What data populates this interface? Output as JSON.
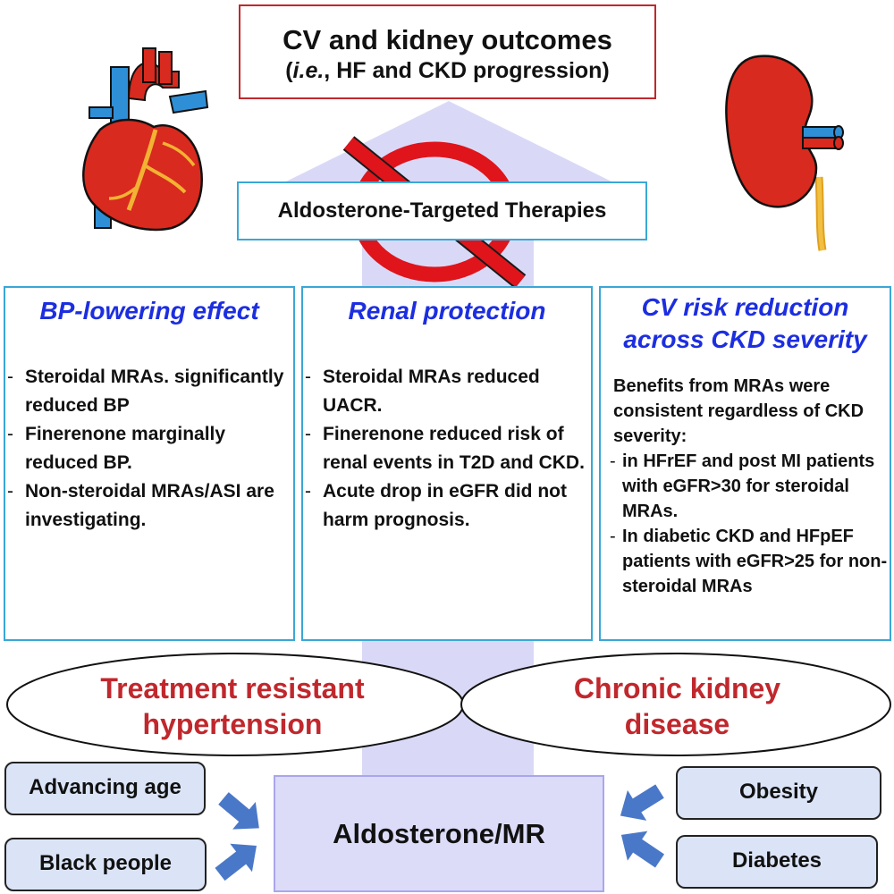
{
  "title": {
    "line1": "CV and kidney outcomes",
    "line2_prefix": "(",
    "line2_italic": "i.e.",
    "line2_rest": ", HF and CKD progression)"
  },
  "therapy_label": "Aldosterone-Targeted Therapies",
  "panels": [
    {
      "title": "BP-lowering effect",
      "bullets": [
        "Steroidal MRAs. significantly reduced BP",
        "Finerenone marginally reduced BP.",
        "Non-steroidal MRAs/ASI are investigating."
      ]
    },
    {
      "title": "Renal protection",
      "bullets": [
        "Steroidal MRAs reduced UACR.",
        "Finerenone reduced risk of renal events in T2D and CKD.",
        "Acute drop in eGFR did not harm prognosis."
      ]
    },
    {
      "title_line1": "CV risk reduction",
      "title_line2": "across CKD severity",
      "intro": "Benefits from MRAs were consistent regardless of CKD severity:",
      "bullets": [
        "in HFrEF and post MI patients with eGFR>30 for steroidal MRAs.",
        "In diabetic CKD and HFpEF patients with eGFR>25 for non-steroidal MRAs"
      ]
    }
  ],
  "conditions": {
    "left_line1": "Treatment resistant",
    "left_line2": "hypertension",
    "right_line1": "Chronic kidney",
    "right_line2": "disease"
  },
  "center_label": "Aldosterone/MR",
  "factors": {
    "advancing_age": "Advancing age",
    "black_people": "Black people",
    "obesity": "Obesity",
    "diabetes": "Diabetes"
  },
  "colors": {
    "title_border": "#c0282d",
    "panel_border": "#3aa7d6",
    "panel_title": "#1c2ee0",
    "condition_text": "#c0282d",
    "background_arrow": "#d9d9f7",
    "factor_fill": "#dbe4f7",
    "factor_arrow": "#4a78c8",
    "prohibition": "#e0141b"
  },
  "icons": {
    "heart": "heart-illustration",
    "kidney": "kidney-illustration",
    "prohibition": "prohibition-symbol"
  }
}
